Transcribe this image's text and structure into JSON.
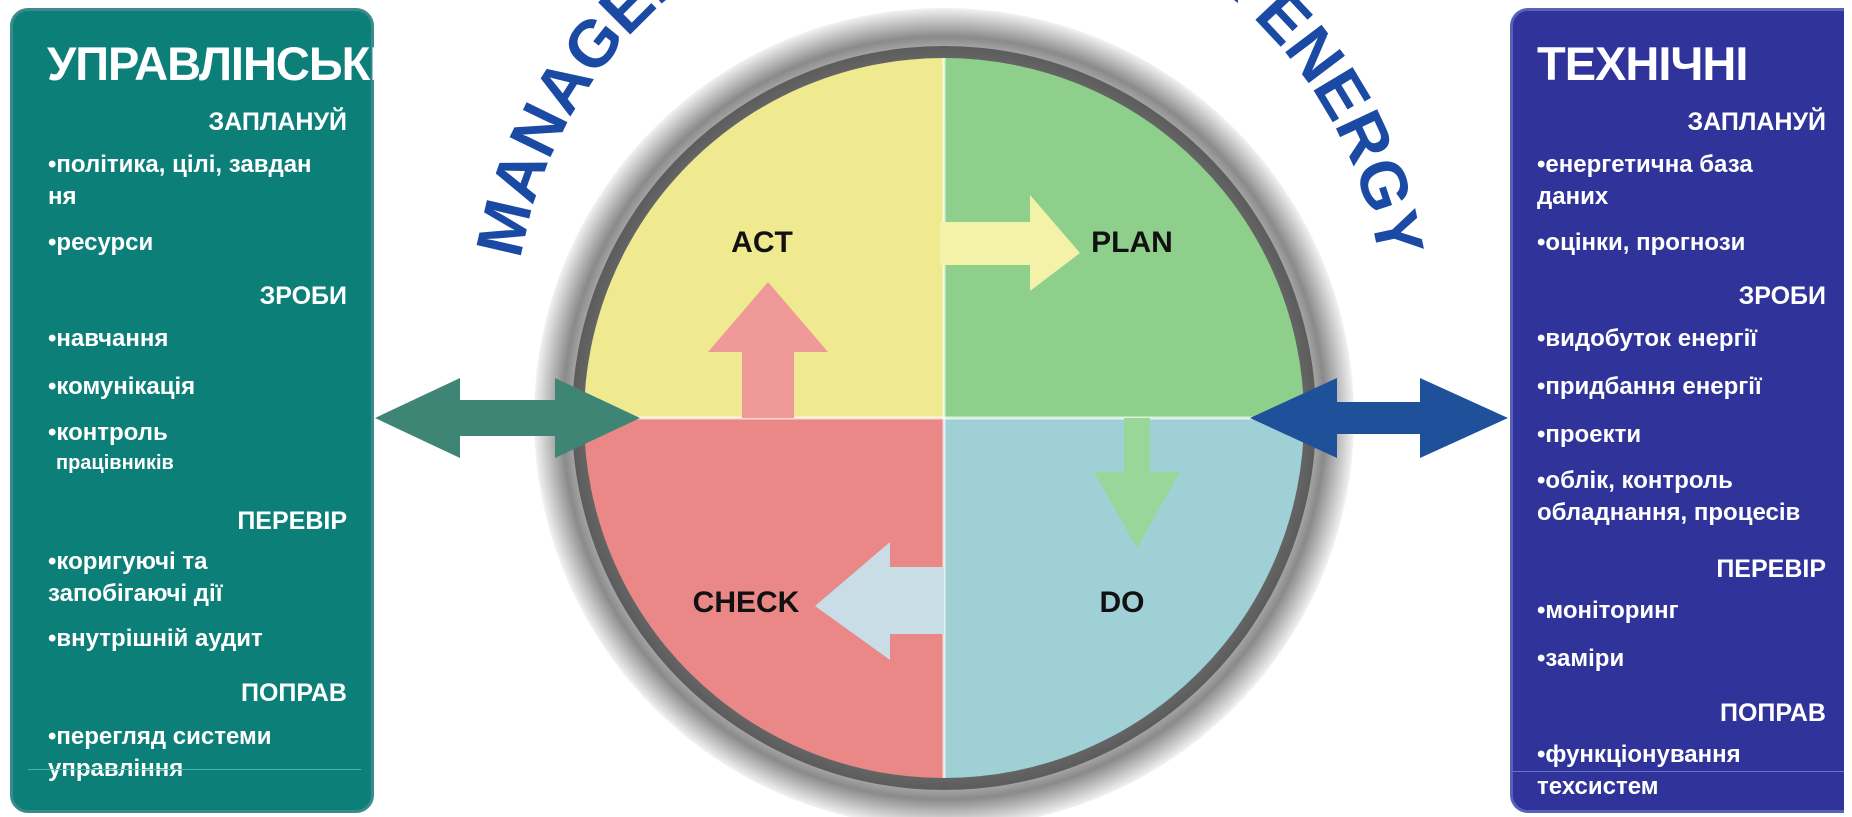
{
  "left_panel": {
    "title": "УПРАВЛІНСЬКІ",
    "sections": {
      "plan": {
        "heading": "ЗАПЛАНУЙ",
        "items": [
          {
            "lines": [
              "•політика, цілі, завдан",
              "ня"
            ]
          },
          {
            "lines": [
              "•ресурси"
            ]
          }
        ]
      },
      "do": {
        "heading": "ЗРОБИ",
        "items": [
          {
            "lines": [
              "•навчання"
            ]
          },
          {
            "lines": [
              "•комунікація"
            ]
          },
          {
            "lines": [
              "•контроль",
              "працівників"
            ]
          }
        ]
      },
      "check": {
        "heading": "ПЕРЕВІР",
        "items": [
          {
            "lines": [
              "•коригуючі та",
              "запобігаючі дії"
            ]
          },
          {
            "lines": [
              "•внутрішній аудит"
            ]
          }
        ]
      },
      "act": {
        "heading": "ПОПРАВ",
        "items": [
          {
            "lines": [
              "•перегляд системи",
              "управління"
            ]
          }
        ]
      }
    }
  },
  "right_panel": {
    "title": "ТЕХНІЧНІ",
    "sections": {
      "plan": {
        "heading": "ЗАПЛАНУЙ",
        "items": [
          {
            "lines": [
              "•енергетична база",
              "даних"
            ]
          },
          {
            "lines": [
              "•оцінки, прогнози"
            ]
          }
        ]
      },
      "do": {
        "heading": "ЗРОБИ",
        "items": [
          {
            "lines": [
              "•видобуток енергії"
            ]
          },
          {
            "lines": [
              "•придбання енергії"
            ]
          },
          {
            "lines": [
              "•проекти"
            ]
          },
          {
            "lines": [
              "•облік, контроль",
              "обладнання, процесів"
            ]
          }
        ]
      },
      "check": {
        "heading": "ПЕРЕВІР",
        "items": [
          {
            "lines": [
              "•моніторинг"
            ]
          },
          {
            "lines": [
              "•заміри"
            ]
          }
        ]
      },
      "act": {
        "heading": "ПОПРАВ",
        "items": [
          {
            "lines": [
              "•функціонування",
              "техсистем"
            ]
          }
        ]
      }
    }
  },
  "cycle": {
    "arc_text": "MANAGEMENT SYSTEM FOR ENERGY",
    "quadrants": {
      "act": {
        "label": "ACT",
        "color": "#efe98f"
      },
      "plan": {
        "label": "PLAN",
        "color": "#8fcf8c"
      },
      "check": {
        "label": "CHECK",
        "color": "#ea8787"
      },
      "do": {
        "label": "DO",
        "color": "#9fd0d6"
      }
    }
  },
  "colors": {
    "left_panel": "#0c7f79",
    "right_panel": "#2f339a",
    "left_connector": "#3f8576",
    "right_connector": "#1f509a",
    "arc_text": "#1a4aa3"
  }
}
